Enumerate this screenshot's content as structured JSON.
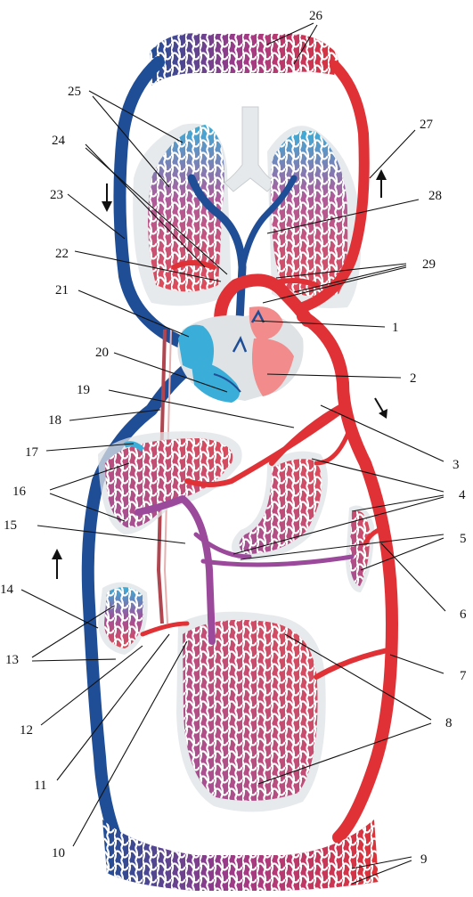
{
  "figure": {
    "labels": [
      {
        "id": "1",
        "text": "1"
      },
      {
        "id": "2",
        "text": "2"
      },
      {
        "id": "3",
        "text": "3"
      },
      {
        "id": "4",
        "text": "4"
      },
      {
        "id": "5",
        "text": "5"
      },
      {
        "id": "6",
        "text": "6"
      },
      {
        "id": "7",
        "text": "7"
      },
      {
        "id": "8",
        "text": "8"
      },
      {
        "id": "9",
        "text": "9"
      },
      {
        "id": "10",
        "text": "10"
      },
      {
        "id": "11",
        "text": "11"
      },
      {
        "id": "12",
        "text": "12"
      },
      {
        "id": "13",
        "text": "13"
      },
      {
        "id": "14",
        "text": "14"
      },
      {
        "id": "15",
        "text": "15"
      },
      {
        "id": "16",
        "text": "16"
      },
      {
        "id": "17",
        "text": "17"
      },
      {
        "id": "18",
        "text": "18"
      },
      {
        "id": "19",
        "text": "19"
      },
      {
        "id": "20",
        "text": "20"
      },
      {
        "id": "21",
        "text": "21"
      },
      {
        "id": "22",
        "text": "22"
      },
      {
        "id": "23",
        "text": "23"
      },
      {
        "id": "24",
        "text": "24"
      },
      {
        "id": "25",
        "text": "25"
      },
      {
        "id": "26",
        "text": "26"
      },
      {
        "id": "27",
        "text": "27"
      },
      {
        "id": "28",
        "text": "28"
      },
      {
        "id": "29",
        "text": "29"
      }
    ],
    "colors": {
      "arterial": "#e03236",
      "venous": "#1f4e96",
      "light_venous": "#3aaed8",
      "mixed": "#9b4a9b",
      "organ_shadow": "#dfe3e6"
    },
    "flow_arrows": [
      "up-left",
      "down-left",
      "down-right",
      "up-right"
    ]
  }
}
